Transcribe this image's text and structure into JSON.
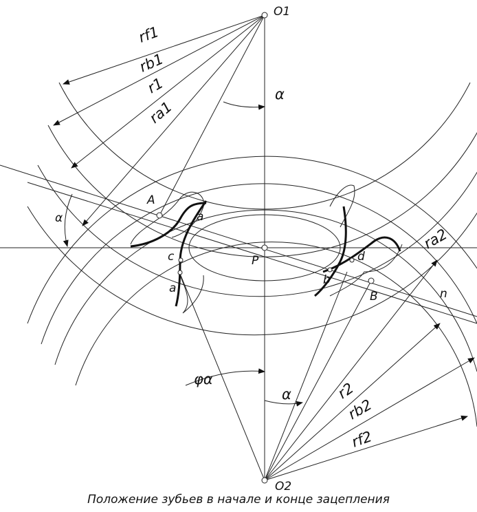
{
  "labels": {
    "o1": "O1",
    "o2": "O2",
    "p": "P",
    "a_upper": "A",
    "b_lower": "B",
    "n": "n",
    "alpha_top": "α",
    "alpha_left": "α",
    "alpha_bottom": "α",
    "phi_alpha": "φα",
    "rf1": "rf1",
    "rb1": "rb1",
    "r1": "r1",
    "ra1": "ra1",
    "ra2": "ra2",
    "r2": "r2",
    "rb2": "rb2",
    "rf2": "rf2",
    "pt_a1": "a",
    "pt_a2": "a",
    "pt_c": "c",
    "pt_b": "b",
    "pt_d": "d"
  },
  "caption": "Положение зубьев в начале и конце зацепления"
}
